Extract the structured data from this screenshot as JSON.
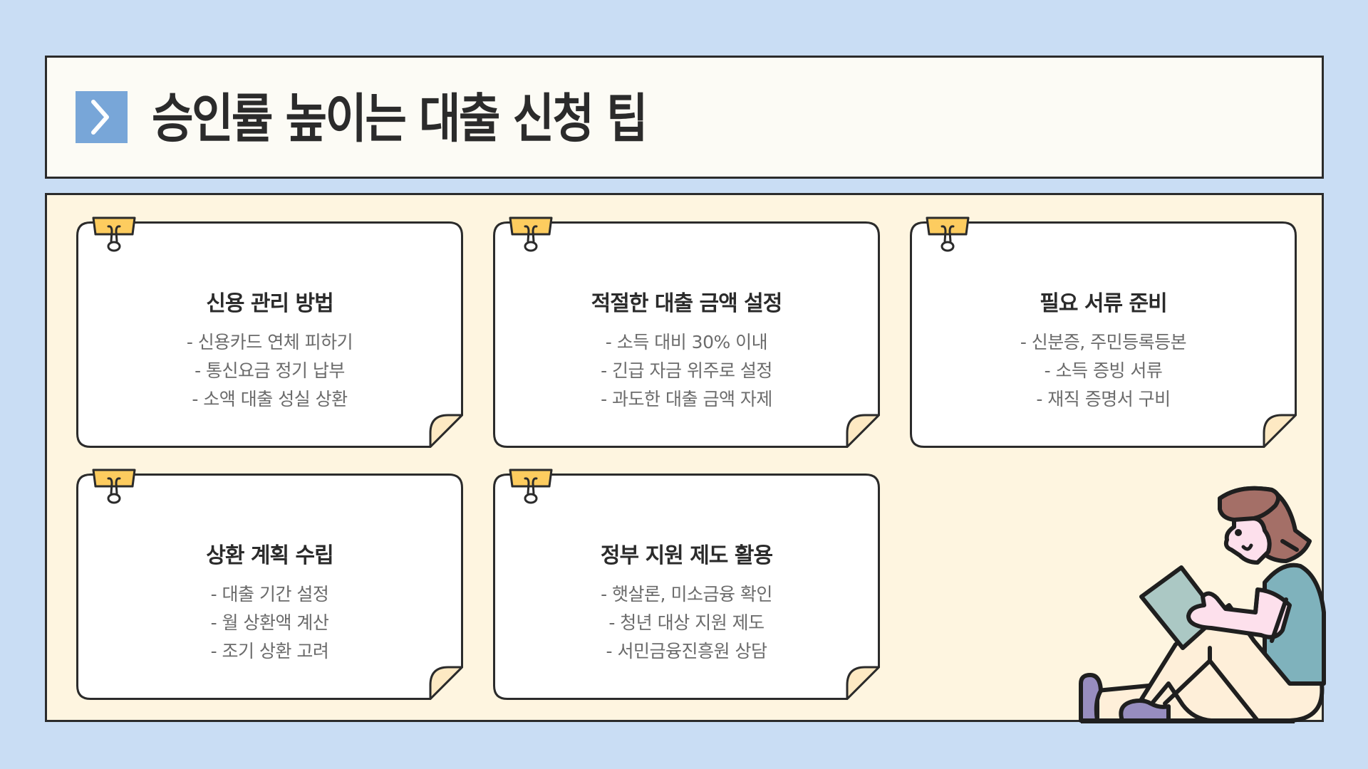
{
  "header": {
    "icon": "chevron-right-icon",
    "title": "승인률 높이는 대출 신청 팁"
  },
  "cards": [
    {
      "title": "신용 관리 방법",
      "items": [
        "- 신용카드 연체 피하기",
        "- 통신요금 정기 납부",
        "- 소액 대출 성실 상환"
      ]
    },
    {
      "title": "적절한 대출 금액 설정",
      "items": [
        "- 소득 대비 30% 이내",
        "- 긴급 자금 위주로 설정",
        "- 과도한 대출 금액 자제"
      ]
    },
    {
      "title": "필요 서류 준비",
      "items": [
        "- 신분증, 주민등록등본",
        "- 소득 증빙 서류",
        "- 재직 증명서 구비"
      ]
    },
    {
      "title": "상환 계획 수립",
      "items": [
        "- 대출 기간 설정",
        "- 월 상환액 계산",
        "- 조기 상환 고려"
      ]
    },
    {
      "title": "정부 지원 제도 활용",
      "items": [
        "- 햇살론, 미소금융 확인",
        "- 청년 대상 지원 제도",
        "- 서민금융진흥원 상담"
      ]
    }
  ],
  "decorations": {
    "card_clip_icon": "binder-clip-icon",
    "illustration": "woman-reading-illustration"
  },
  "colors": {
    "background": "#c9ddf4",
    "header_bg": "#fcfbf5",
    "panel_bg": "#fef5e0",
    "accent_blue": "#78a6d8",
    "clip_yellow": "#fdcc5f",
    "fold": "#fde9c3",
    "outline": "#2b2b2b"
  }
}
